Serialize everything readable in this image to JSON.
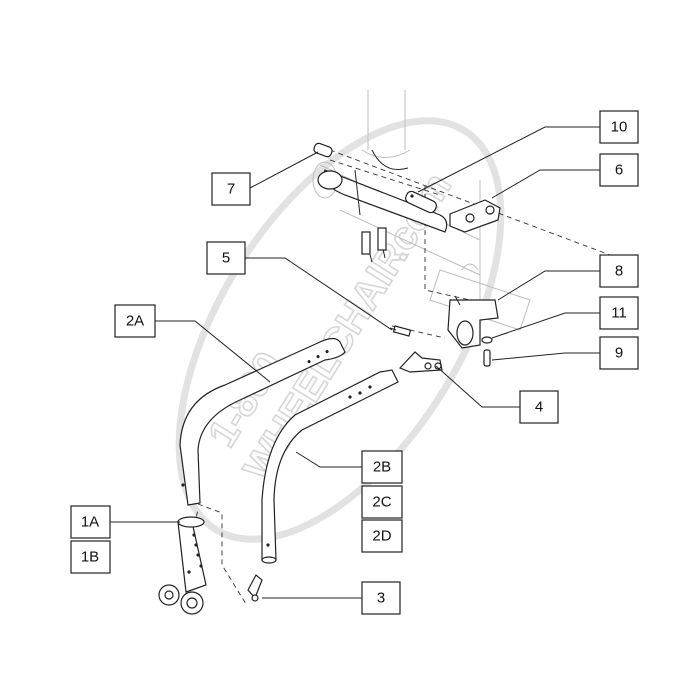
{
  "watermark": {
    "line1": "1-800",
    "line2": "WHEELCHAIR",
    "line3": ".com",
    "color": "#d6d6d6"
  },
  "callouts": [
    {
      "id": "7",
      "label": "7"
    },
    {
      "id": "10",
      "label": "10"
    },
    {
      "id": "6",
      "label": "6"
    },
    {
      "id": "5",
      "label": "5"
    },
    {
      "id": "8",
      "label": "8"
    },
    {
      "id": "2A",
      "label": "2A"
    },
    {
      "id": "11",
      "label": "11"
    },
    {
      "id": "9",
      "label": "9"
    },
    {
      "id": "4",
      "label": "4"
    },
    {
      "id": "2B",
      "label": "2B"
    },
    {
      "id": "2C",
      "label": "2C"
    },
    {
      "id": "2D",
      "label": "2D"
    },
    {
      "id": "1A",
      "label": "1A"
    },
    {
      "id": "1B",
      "label": "1B"
    },
    {
      "id": "3",
      "label": "3"
    }
  ]
}
